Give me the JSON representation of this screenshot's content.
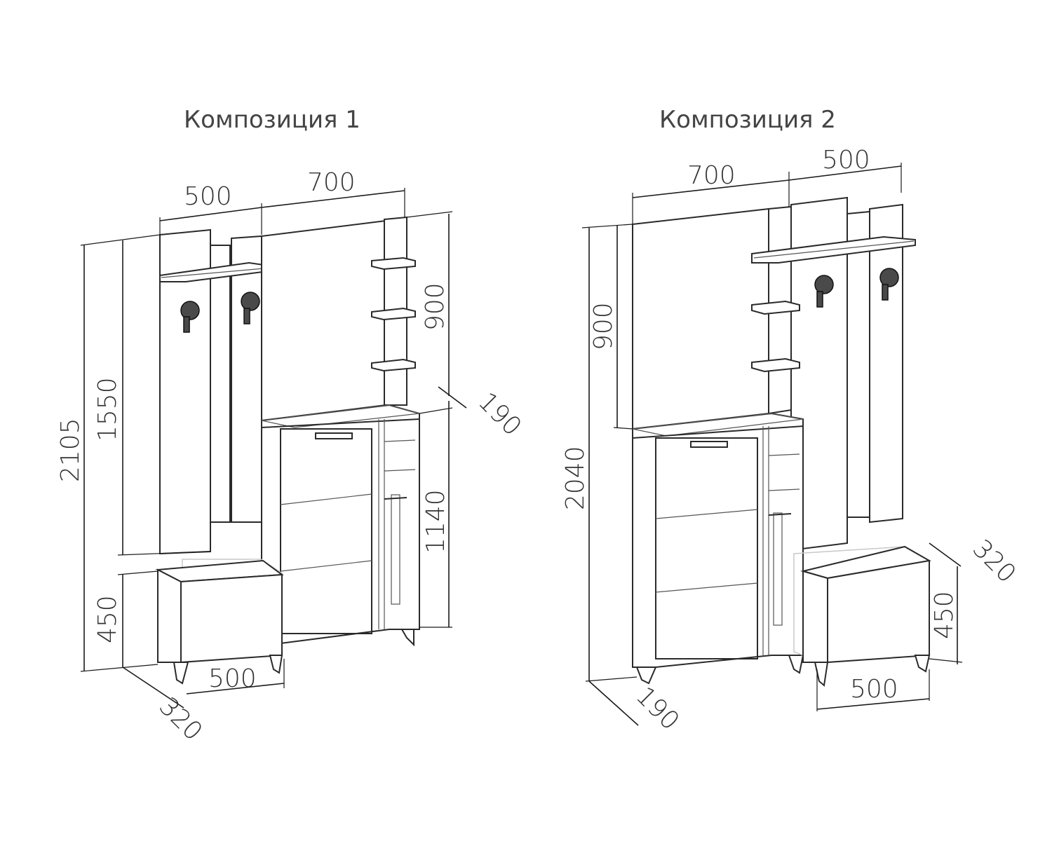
{
  "compositions": [
    {
      "title": "Композиция 1",
      "dimensions": {
        "panel_width": "500",
        "mirror_width": "700",
        "total_height": "2105",
        "panel_height": "1550",
        "mirror_height": "900",
        "depth_cabinet": "190",
        "cabinet_height": "1140",
        "bench_height": "450",
        "bench_width": "500",
        "bench_depth": "320"
      }
    },
    {
      "title": "Композиция 2",
      "dimensions": {
        "mirror_width": "700",
        "panel_width": "500",
        "mirror_height": "900",
        "total_height": "2040",
        "depth_cabinet": "190",
        "bench_depth": "320",
        "bench_height": "450",
        "bench_width": "500"
      }
    }
  ]
}
